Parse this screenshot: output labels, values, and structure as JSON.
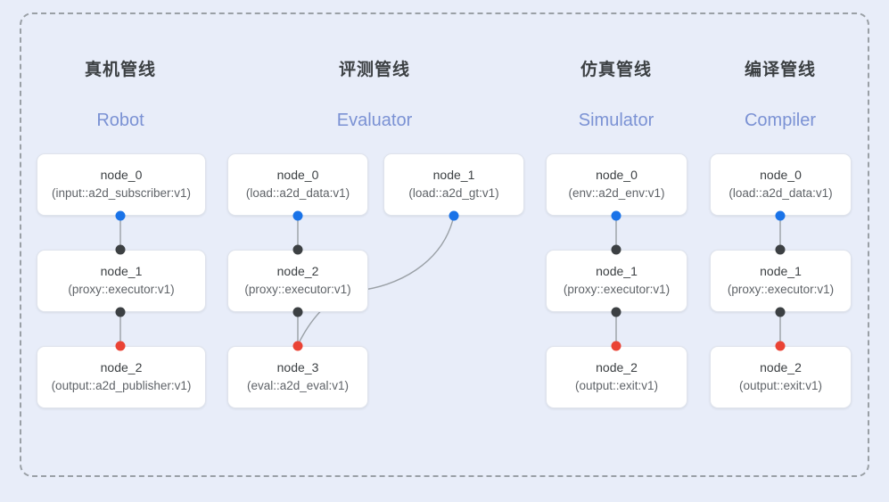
{
  "diagram": {
    "frame_style": "dashed-rounded",
    "background_color": "#e8edf9",
    "border_color": "#9aa0a6"
  },
  "port_colors": {
    "input": "#1a73e8",
    "middle": "#3c4043",
    "output": "#ea4335"
  },
  "columns": [
    {
      "id": "robot",
      "title_cn": "真机管线",
      "title_en": "Robot",
      "nodes": [
        {
          "name": "node_0",
          "type": "(input::a2d_subscriber:v1)"
        },
        {
          "name": "node_1",
          "type": "(proxy::executor:v1)"
        },
        {
          "name": "node_2",
          "type": "(output::a2d_publisher:v1)"
        }
      ]
    },
    {
      "id": "evaluator",
      "title_cn": "评测管线",
      "title_en": "Evaluator",
      "nodes": [
        {
          "name": "node_0",
          "type": "(load::a2d_data:v1)"
        },
        {
          "name": "node_2",
          "type": "(proxy::executor:v1)"
        },
        {
          "name": "node_3",
          "type": "(eval::a2d_eval:v1)"
        }
      ],
      "extra_nodes": [
        {
          "name": "node_1",
          "type": "(load::a2d_gt:v1)"
        }
      ]
    },
    {
      "id": "simulator",
      "title_cn": "仿真管线",
      "title_en": "Simulator",
      "nodes": [
        {
          "name": "node_0",
          "type": "(env::a2d_env:v1)"
        },
        {
          "name": "node_1",
          "type": "(proxy::executor:v1)"
        },
        {
          "name": "node_2",
          "type": "(output::exit:v1)"
        }
      ]
    },
    {
      "id": "compiler",
      "title_cn": "编译管线",
      "title_en": "Compiler",
      "nodes": [
        {
          "name": "node_0",
          "type": "(load::a2d_data:v1)"
        },
        {
          "name": "node_1",
          "type": "(proxy::executor:v1)"
        },
        {
          "name": "node_2",
          "type": "(output::exit:v1)"
        }
      ]
    }
  ]
}
